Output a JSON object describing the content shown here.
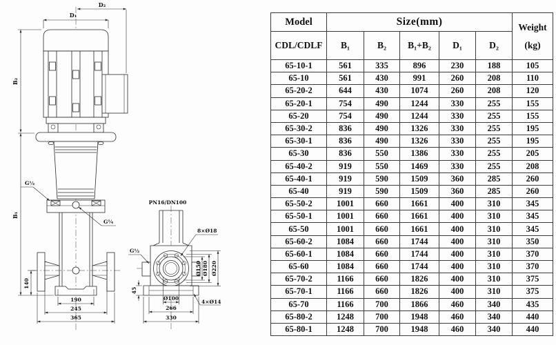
{
  "drawing": {
    "front": {
      "dim_d1": "D₁",
      "dim_d2": "D₂",
      "dim_b1": "B₁",
      "dim_b2": "B₂",
      "dim_140": "140",
      "dim_190": "190",
      "dim_245": "245",
      "dim_365": "365",
      "port_gauge": "G½",
      "port_drain": "G¼"
    },
    "flange": {
      "flange_spec": "PN16/DN100",
      "bolt_holes": "8×Ø18",
      "port_gauge": "G½",
      "dia_150": "Ø150",
      "dia_180": "Ø180",
      "dia_220": "Ø220",
      "dia_100": "Ø100",
      "base_holes": "4×Ø14",
      "dim_45": "45",
      "dim_266": "266",
      "dim_330": "330"
    }
  },
  "table": {
    "header_model": "Model",
    "header_size": "Size(mm)",
    "header_weight": "Weight",
    "header_weight_unit": "(kg)",
    "header_model_series": "CDL/CDLF",
    "sub_headers": [
      "B₁",
      "B₂",
      "B₁+B₂",
      "D₁",
      "D₂"
    ],
    "rows": [
      [
        "65-10-1",
        "561",
        "335",
        "896",
        "230",
        "188",
        "105"
      ],
      [
        "65-10",
        "561",
        "430",
        "991",
        "260",
        "208",
        "110"
      ],
      [
        "65-20-2",
        "644",
        "430",
        "1074",
        "260",
        "208",
        "120"
      ],
      [
        "65-20-1",
        "754",
        "490",
        "1244",
        "330",
        "255",
        "155"
      ],
      [
        "65-20",
        "754",
        "490",
        "1244",
        "330",
        "255",
        "155"
      ],
      [
        "65-30-2",
        "836",
        "490",
        "1326",
        "330",
        "255",
        "195"
      ],
      [
        "65-30-1",
        "836",
        "490",
        "1326",
        "330",
        "255",
        "195"
      ],
      [
        "65-30",
        "836",
        "550",
        "1386",
        "330",
        "255",
        "205"
      ],
      [
        "65-40-2",
        "919",
        "550",
        "1469",
        "330",
        "255",
        "208"
      ],
      [
        "65-40-1",
        "919",
        "590",
        "1509",
        "360",
        "285",
        "260"
      ],
      [
        "65-40",
        "919",
        "590",
        "1509",
        "360",
        "285",
        "260"
      ],
      [
        "65-50-2",
        "1001",
        "660",
        "1661",
        "400",
        "310",
        "345"
      ],
      [
        "65-50-1",
        "1001",
        "660",
        "1661",
        "400",
        "310",
        "345"
      ],
      [
        "65-50",
        "1001",
        "660",
        "1661",
        "400",
        "310",
        "345"
      ],
      [
        "65-60-2",
        "1084",
        "660",
        "1744",
        "400",
        "310",
        "350"
      ],
      [
        "65-60-1",
        "1084",
        "660",
        "1744",
        "400",
        "310",
        "370"
      ],
      [
        "65-60",
        "1084",
        "660",
        "1744",
        "400",
        "310",
        "370"
      ],
      [
        "65-70-2",
        "1166",
        "660",
        "1826",
        "400",
        "310",
        "375"
      ],
      [
        "65-70-1",
        "1166",
        "660",
        "1826",
        "400",
        "310",
        "375"
      ],
      [
        "65-70",
        "1166",
        "700",
        "1866",
        "460",
        "340",
        "435"
      ],
      [
        "65-80-2",
        "1248",
        "700",
        "1948",
        "460",
        "340",
        "440"
      ],
      [
        "65-80-1",
        "1248",
        "700",
        "1948",
        "460",
        "340",
        "440"
      ]
    ]
  }
}
